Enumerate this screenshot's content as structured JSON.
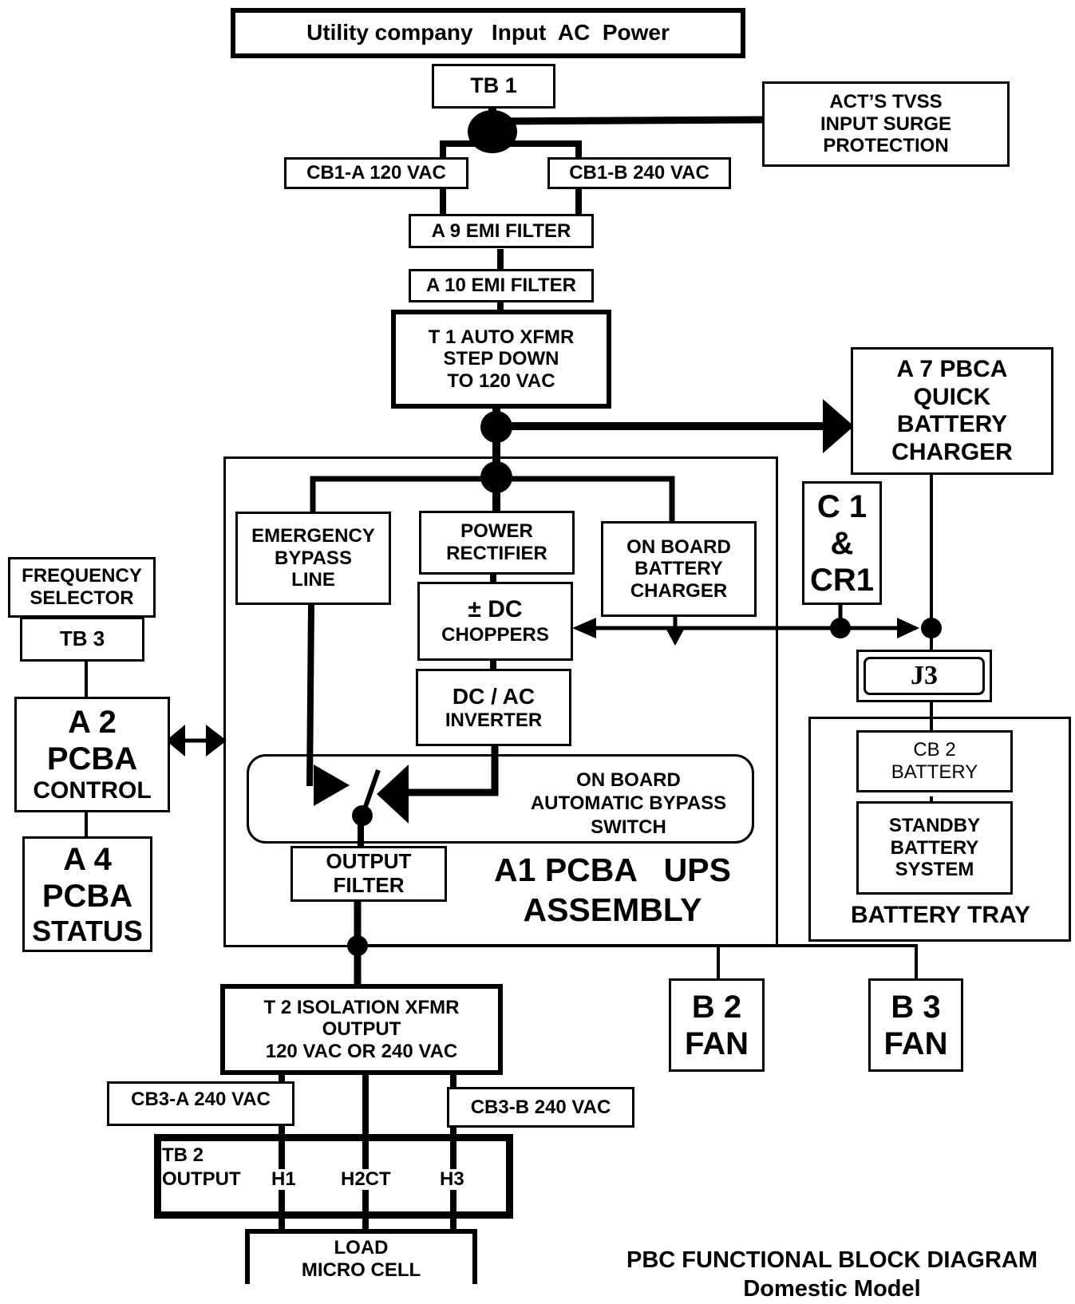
{
  "diagram": {
    "utility_input": "Utility company   Input  AC  Power",
    "tb1": "TB 1",
    "tvss": [
      "ACT’S  TVSS",
      "INPUT SURGE",
      "PROTECTION"
    ],
    "cb1a": "CB1-A 120 VAC",
    "cb1b": "CB1-B 240 VAC",
    "a9": "A 9 EMI FILTER",
    "a10": "A 10 EMI FILTER",
    "t1": [
      "T 1 AUTO XFMR",
      "STEP DOWN",
      "TO 120 VAC"
    ],
    "a7": [
      "A 7 PBCA",
      "QUICK",
      "BATTERY",
      "CHARGER"
    ],
    "c1": [
      "C 1",
      "&",
      "CR1"
    ],
    "emergency": [
      "EMERGENCY",
      "BYPASS",
      "LINE"
    ],
    "rectifier": [
      "POWER",
      "RECTIFIER"
    ],
    "onboard_charger": [
      "ON BOARD",
      "BATTERY",
      "CHARGER"
    ],
    "choppers": [
      "± DC",
      "CHOPPERS"
    ],
    "inverter": [
      "DC / AC",
      "INVERTER"
    ],
    "bypass_switch": [
      "ON BOARD",
      "AUTOMATIC BYPASS",
      "SWITCH"
    ],
    "output_filter": [
      "OUTPUT",
      "FILTER"
    ],
    "a1": [
      "A1 PCBA   UPS",
      "ASSEMBLY"
    ],
    "freq": [
      "FREQUENCY",
      "SELECTOR"
    ],
    "tb3": "TB 3",
    "a2": [
      "A 2",
      "PCBA",
      "CONTROL"
    ],
    "a4": [
      "A 4",
      "PCBA",
      "STATUS"
    ],
    "j3": "J3",
    "cb2": [
      "CB 2",
      "BATTERY"
    ],
    "standby": [
      "STANDBY",
      "BATTERY",
      "SYSTEM"
    ],
    "battery_tray": "BATTERY TRAY",
    "b2": [
      "B 2",
      "FAN"
    ],
    "b3": [
      "B 3",
      "FAN"
    ],
    "t2": [
      "T 2 ISOLATION XFMR",
      "OUTPUT",
      "120 VAC OR 240 VAC"
    ],
    "cb3a": "CB3-A 240 VAC",
    "cb3b": "CB3-B 240 VAC",
    "tb2": [
      "TB 2",
      "OUTPUT"
    ],
    "h1": "H1",
    "h2ct": "H2CT",
    "h3": "H3",
    "load": [
      "LOAD",
      "MICRO CELL"
    ],
    "caption": [
      "PBC FUNCTIONAL BLOCK DIAGRAM",
      "Domestic Model"
    ]
  }
}
